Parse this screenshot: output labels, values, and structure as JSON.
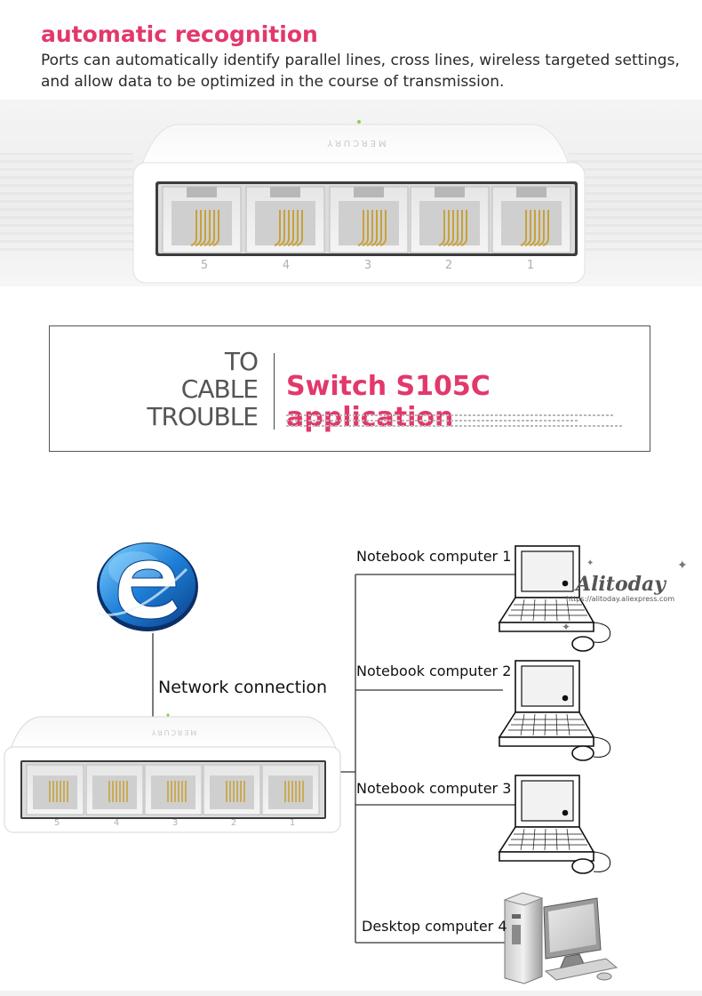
{
  "section1": {
    "heading": "automatic recognition",
    "description": "Ports can automatically identify parallel lines, cross lines, wireless targeted settings, and allow data to be optimized in the course of transmission."
  },
  "switch": {
    "port_numbers": [
      "5",
      "4",
      "3",
      "2",
      "1"
    ],
    "brand": "MERCURY"
  },
  "banner": {
    "left_words": [
      "TO",
      "CABLE",
      "TROUBLE"
    ],
    "title": "Switch S105C application"
  },
  "diagram": {
    "internet_icon": "internet-explorer-icon",
    "network_label": "Network connection",
    "devices": [
      {
        "label": "Notebook computer 1",
        "icon": "laptop-icon"
      },
      {
        "label": "Notebook computer 2",
        "icon": "laptop-icon"
      },
      {
        "label": "Notebook computer 3",
        "icon": "laptop-icon"
      },
      {
        "label": "Desktop computer 4",
        "icon": "desktop-computer-icon"
      }
    ]
  },
  "watermark": {
    "brand": "Alitoday",
    "url": "https://alitoday.aliexpress.com"
  },
  "colors": {
    "accent": "#e2386b",
    "line": "#333333",
    "globe": "#1e7fd8"
  }
}
